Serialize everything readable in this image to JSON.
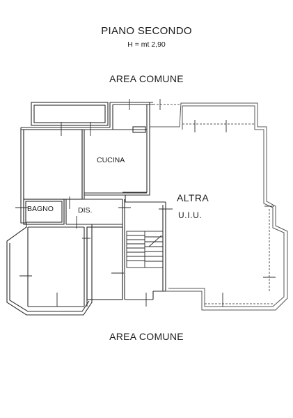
{
  "plan": {
    "title": "PIANO SECONDO",
    "height_note": "H = mt 2,90",
    "area_top": "AREA COMUNE",
    "area_bottom": "AREA COMUNE",
    "rooms": {
      "cucina": "CUCINA",
      "bagno": "BAGNO",
      "dis": "DIS.",
      "altra_1": "ALTRA",
      "altra_2": "U.I.U."
    },
    "colors": {
      "wall": "#2b2b2b",
      "wall_light": "#555555",
      "text": "#1a1a1a",
      "background": "#ffffff"
    }
  }
}
